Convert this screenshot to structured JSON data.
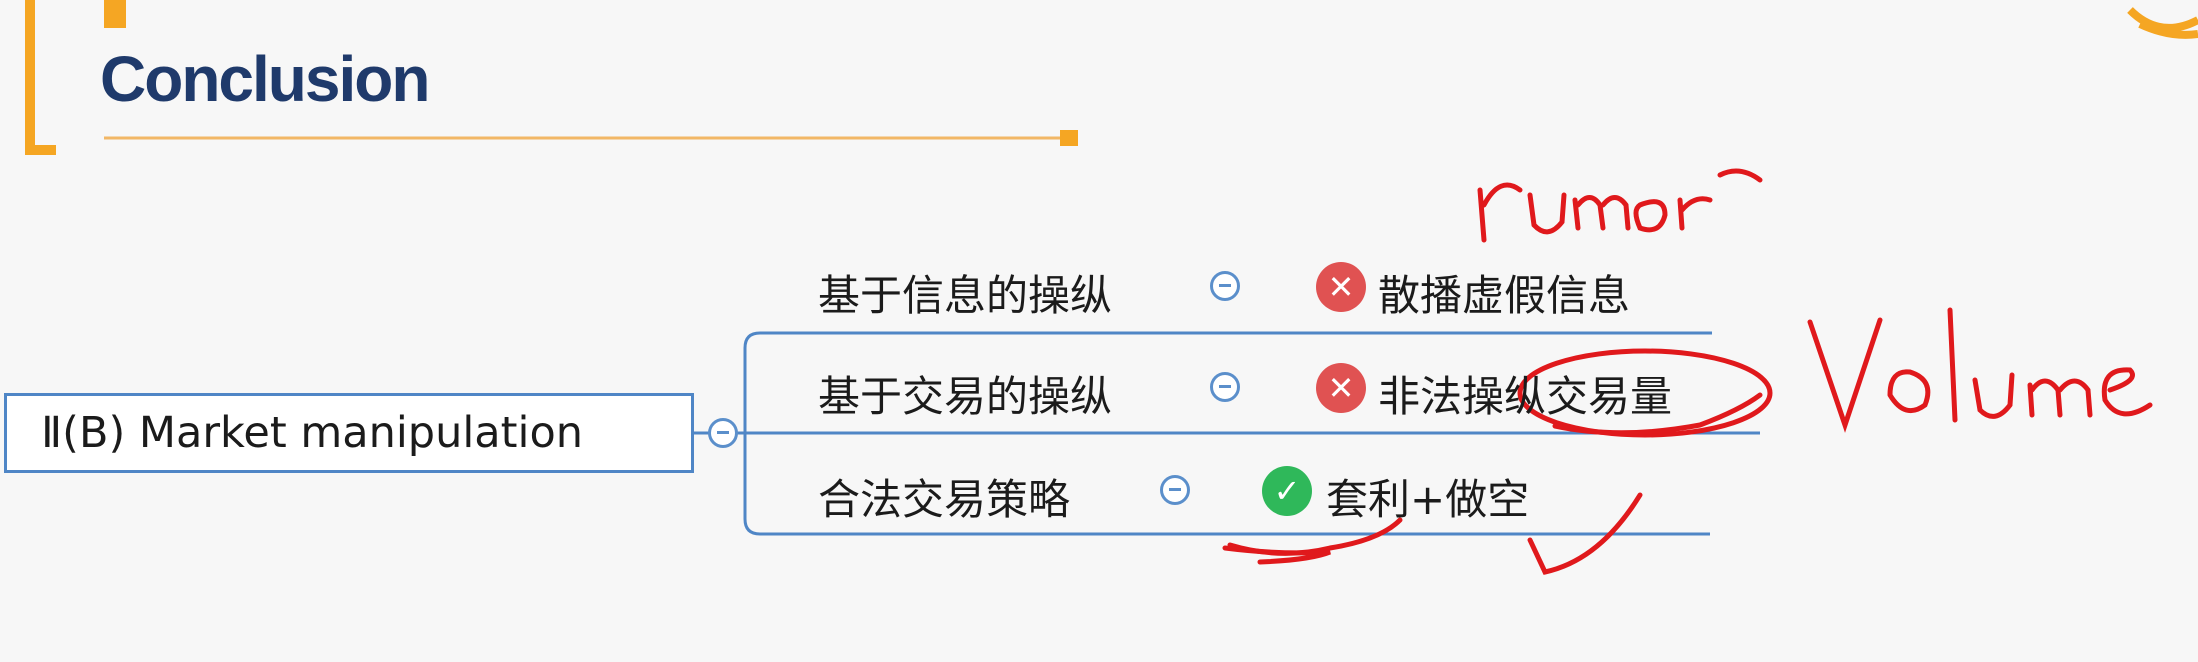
{
  "header": {
    "title": "Conclusion"
  },
  "root": {
    "label": "Ⅱ(B) Market manipulation"
  },
  "branches": [
    {
      "label": "基于信息的操纵",
      "status_icon": "x-circle-icon",
      "detail": "散播虚假信息"
    },
    {
      "label": "基于交易的操纵",
      "status_icon": "x-circle-icon",
      "detail": "非法操纵交易量"
    },
    {
      "label": "合法交易策略",
      "status_icon": "check-circle-icon",
      "detail": "套利+做空"
    }
  ],
  "annotations": {
    "word1": "rumor",
    "word2": "Volume"
  },
  "colors": {
    "title": "#1f3a6b",
    "accent": "#f5a623",
    "line": "#4f86c6",
    "ink": "#e0191c",
    "error": "#e05252",
    "success": "#2fb85a"
  }
}
